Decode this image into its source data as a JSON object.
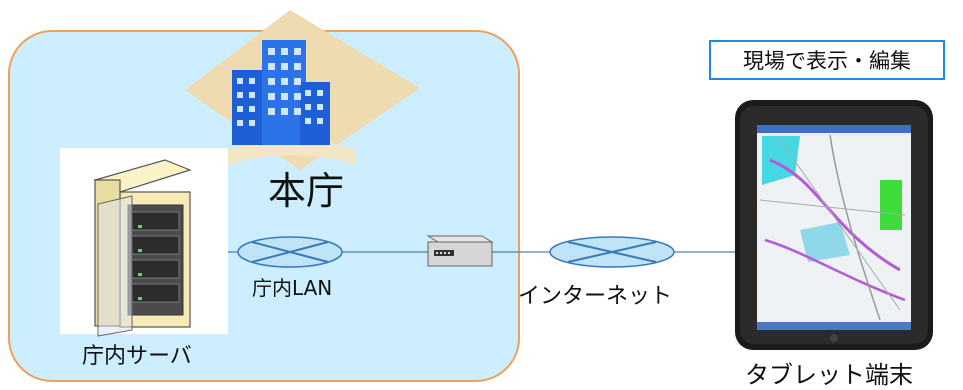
{
  "diagram": {
    "office": {
      "label": "本庁"
    },
    "server": {
      "label": "庁内サーバ"
    },
    "lan": {
      "label": "庁内LAN"
    },
    "internet": {
      "label": "インターネット"
    },
    "tablet": {
      "label": "タブレット端末",
      "caption": "現場で表示・編集"
    }
  },
  "colors": {
    "zone_fill": "#cdeeff",
    "zone_border": "#f0a05a",
    "caption_border": "#1e88e5",
    "network_stroke": "#3a7ab8",
    "building": "#1f5fd6"
  }
}
